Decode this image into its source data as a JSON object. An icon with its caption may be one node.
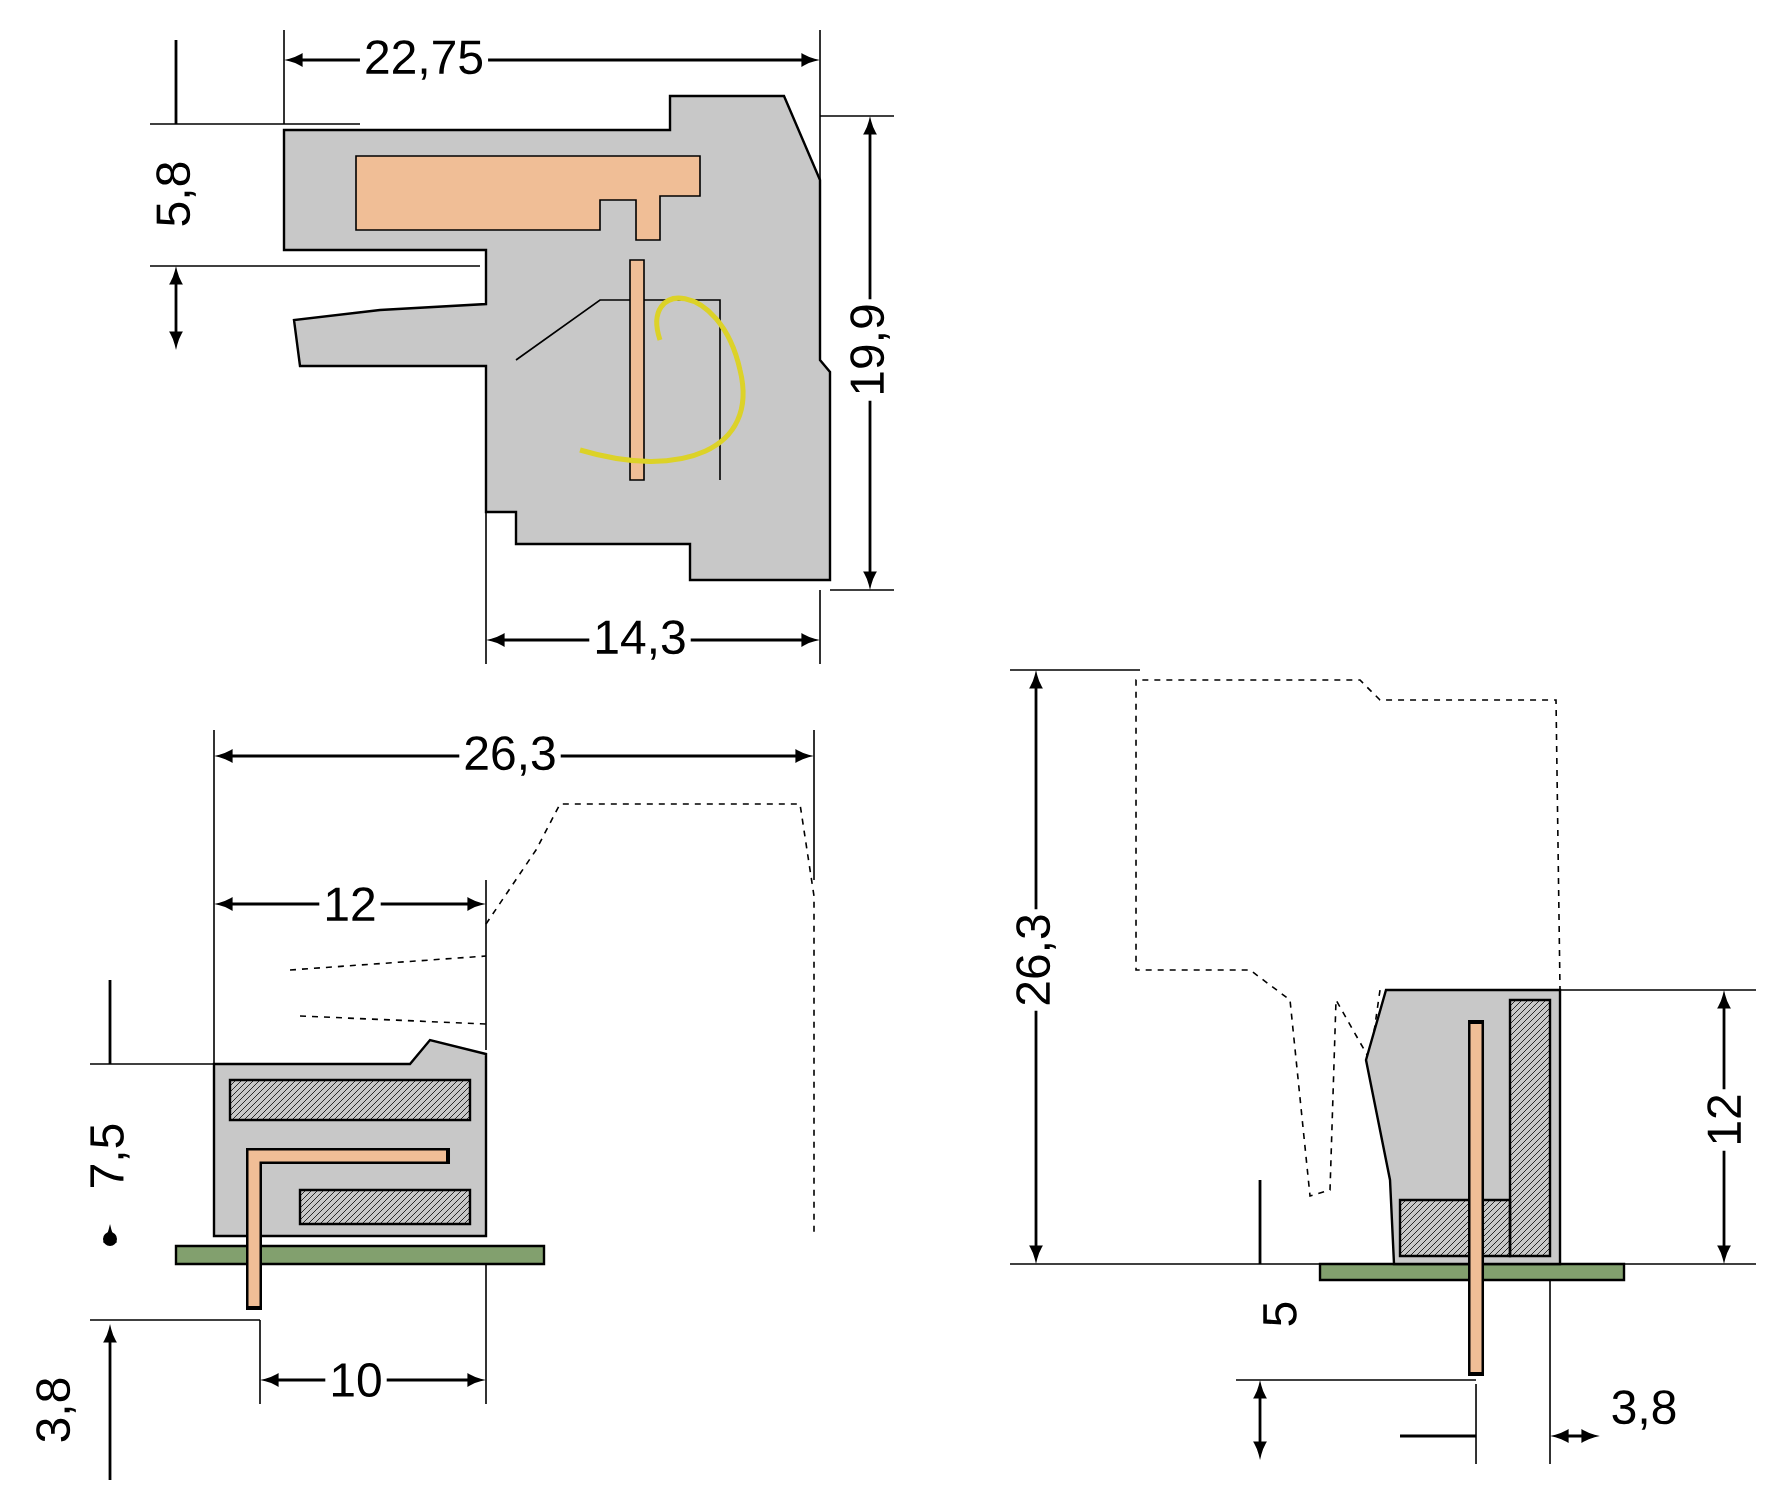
{
  "diagram": {
    "labels": [
      "22,75",
      "5,8",
      "19,9",
      "14,3",
      "26,3",
      "12",
      "7,5",
      "3,8",
      "10",
      "26,3",
      "12",
      "5",
      "3,8"
    ]
  }
}
